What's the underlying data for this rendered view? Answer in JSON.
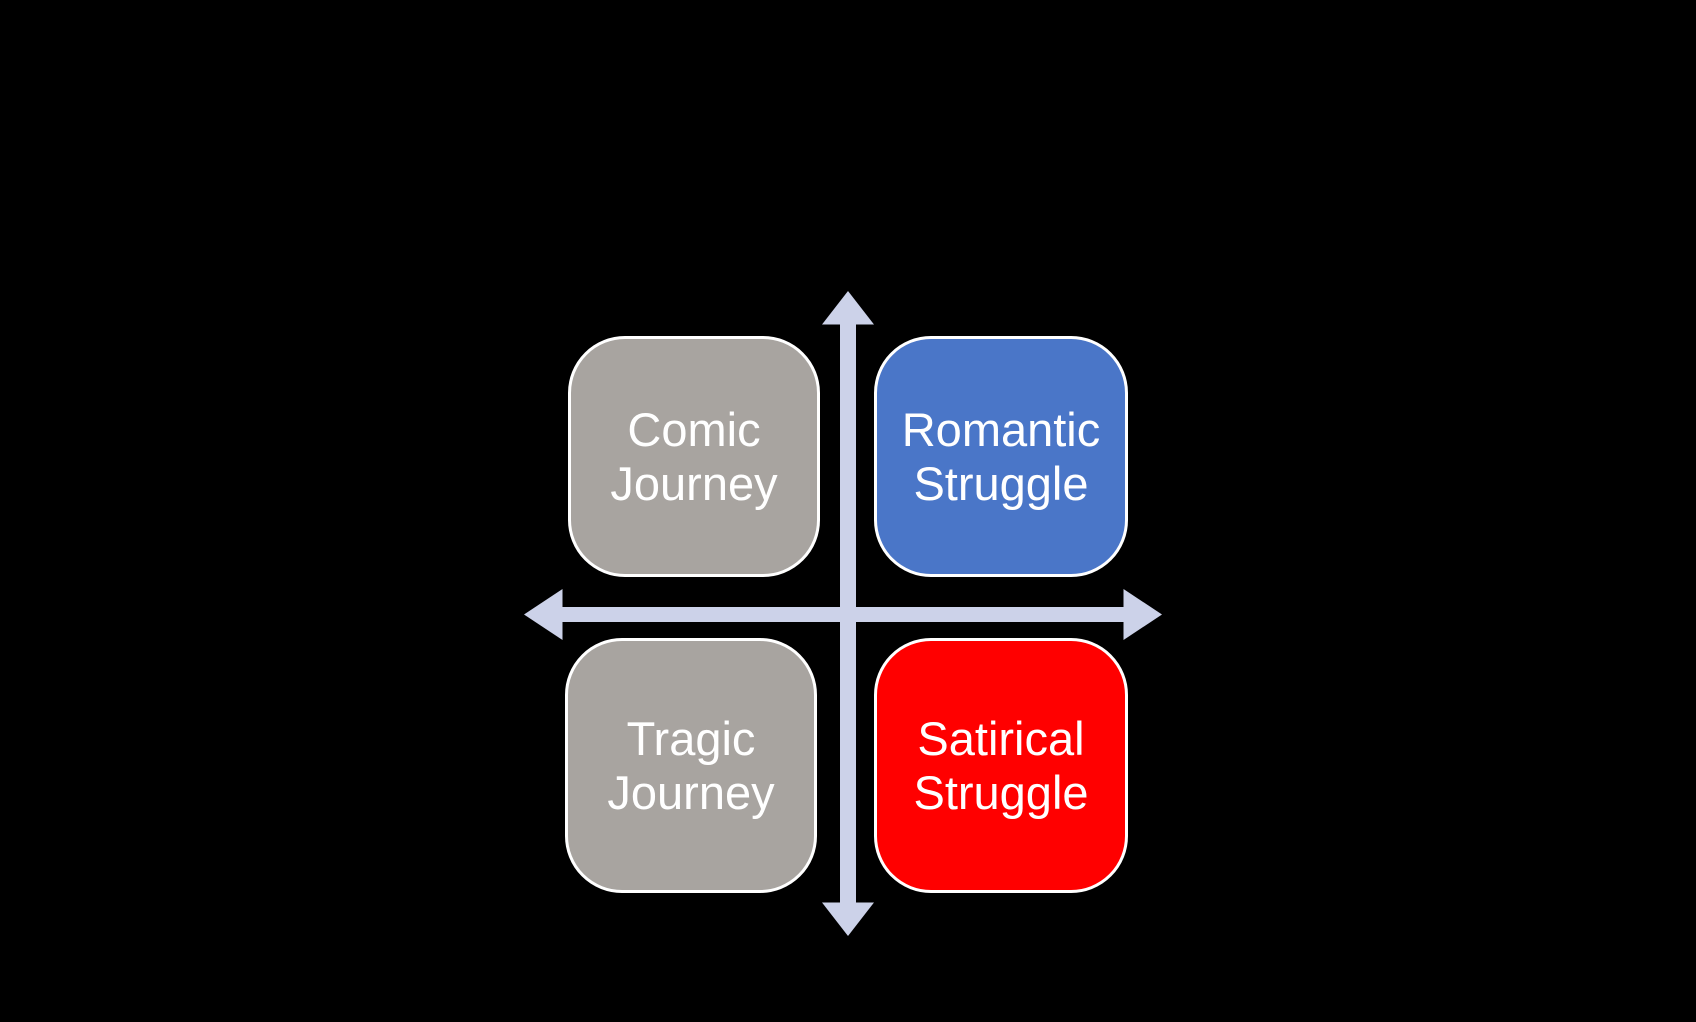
{
  "background": "#000000",
  "diagram": {
    "type": "quadrant-matrix",
    "axes": {
      "color": "#ccd2e9",
      "style": "double-headed-arrows"
    },
    "quadrants": [
      {
        "id": "comic-journey",
        "position": "top-left",
        "label": "Comic\nJourney",
        "fill": "#a8a4a0",
        "text_color": "#ffffff"
      },
      {
        "id": "romantic-struggle",
        "position": "top-right",
        "label": "Romantic\nStruggle",
        "fill": "#4a76c8",
        "text_color": "#ffffff"
      },
      {
        "id": "tragic-journey",
        "position": "bottom-left",
        "label": "Tragic\nJourney",
        "fill": "#a8a4a0",
        "text_color": "#ffffff"
      },
      {
        "id": "satirical-struggle",
        "position": "bottom-right",
        "label": "Satirical\nStruggle",
        "fill": "#ff0000",
        "text_color": "#ffffff"
      }
    ]
  }
}
